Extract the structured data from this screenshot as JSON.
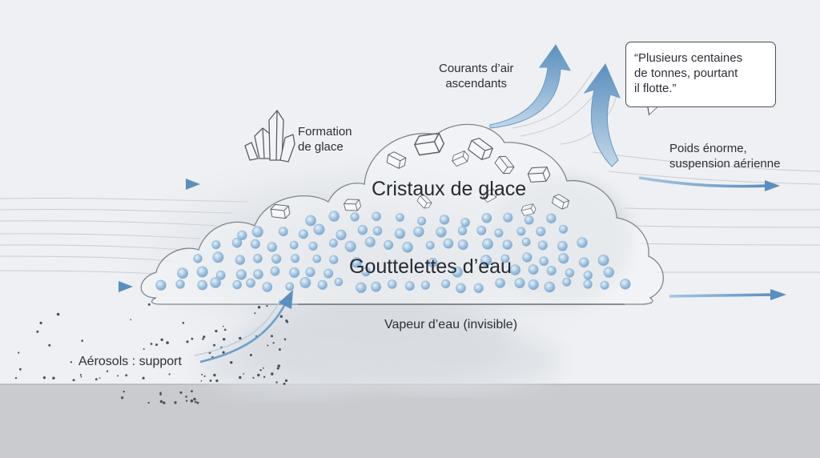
{
  "labels": {
    "updrafts": [
      "Courants d’air",
      "ascendants"
    ],
    "ice_formation": [
      "Formation",
      "de glace"
    ],
    "ice_crystals": "Cristaux de glace",
    "droplets": "Gouttelettes d’eau",
    "vapor": "Vapeur d’eau (invisible)",
    "aerosols": "Aérosols : support",
    "weight": [
      "Poids énorme,",
      "suspension aérienne"
    ]
  },
  "quote": [
    "“Plusieurs centaines",
    "de tonnes, pourtant",
    "il flotte.”"
  ],
  "colors": {
    "background": "#eef0f3",
    "ground": "#c9cbcf",
    "arrow": "#6f9fc8",
    "droplet": "#a9c8e2",
    "line": "#5a5f67"
  },
  "icons": [
    "crystal-cluster-icon",
    "ice-crystal-icon",
    "water-droplet-icon",
    "aerosol-particle-icon",
    "arrow-icon"
  ]
}
